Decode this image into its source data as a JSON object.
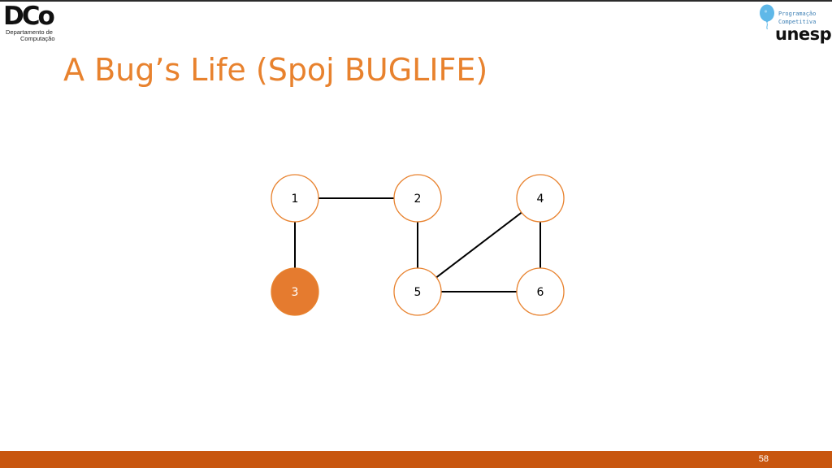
{
  "header": {
    "dco_logo": {
      "mark": "DCo",
      "line1": "Departamento de",
      "line2": "Computação"
    },
    "pc_logo": {
      "line1": "Programação",
      "line2": "Competitiva",
      "wordmark": "unesp"
    }
  },
  "slide": {
    "title": "A Bug’s Life (Spoj BUGLIFE)",
    "number": "58"
  },
  "graph": {
    "nodes": [
      {
        "id": "1",
        "label": "1",
        "filled": false
      },
      {
        "id": "2",
        "label": "2",
        "filled": false
      },
      {
        "id": "4",
        "label": "4",
        "filled": false
      },
      {
        "id": "3",
        "label": "3",
        "filled": true
      },
      {
        "id": "5",
        "label": "5",
        "filled": false
      },
      {
        "id": "6",
        "label": "6",
        "filled": false
      }
    ],
    "edges": [
      [
        "1",
        "2"
      ],
      [
        "1",
        "3"
      ],
      [
        "2",
        "5"
      ],
      [
        "5",
        "4"
      ],
      [
        "5",
        "6"
      ],
      [
        "4",
        "6"
      ]
    ]
  },
  "colors": {
    "accent": "#e8822e",
    "node_fill": "#e57b2f",
    "node_stroke": "#e8822e",
    "edge": "#000000",
    "footer": "#c8560f"
  }
}
